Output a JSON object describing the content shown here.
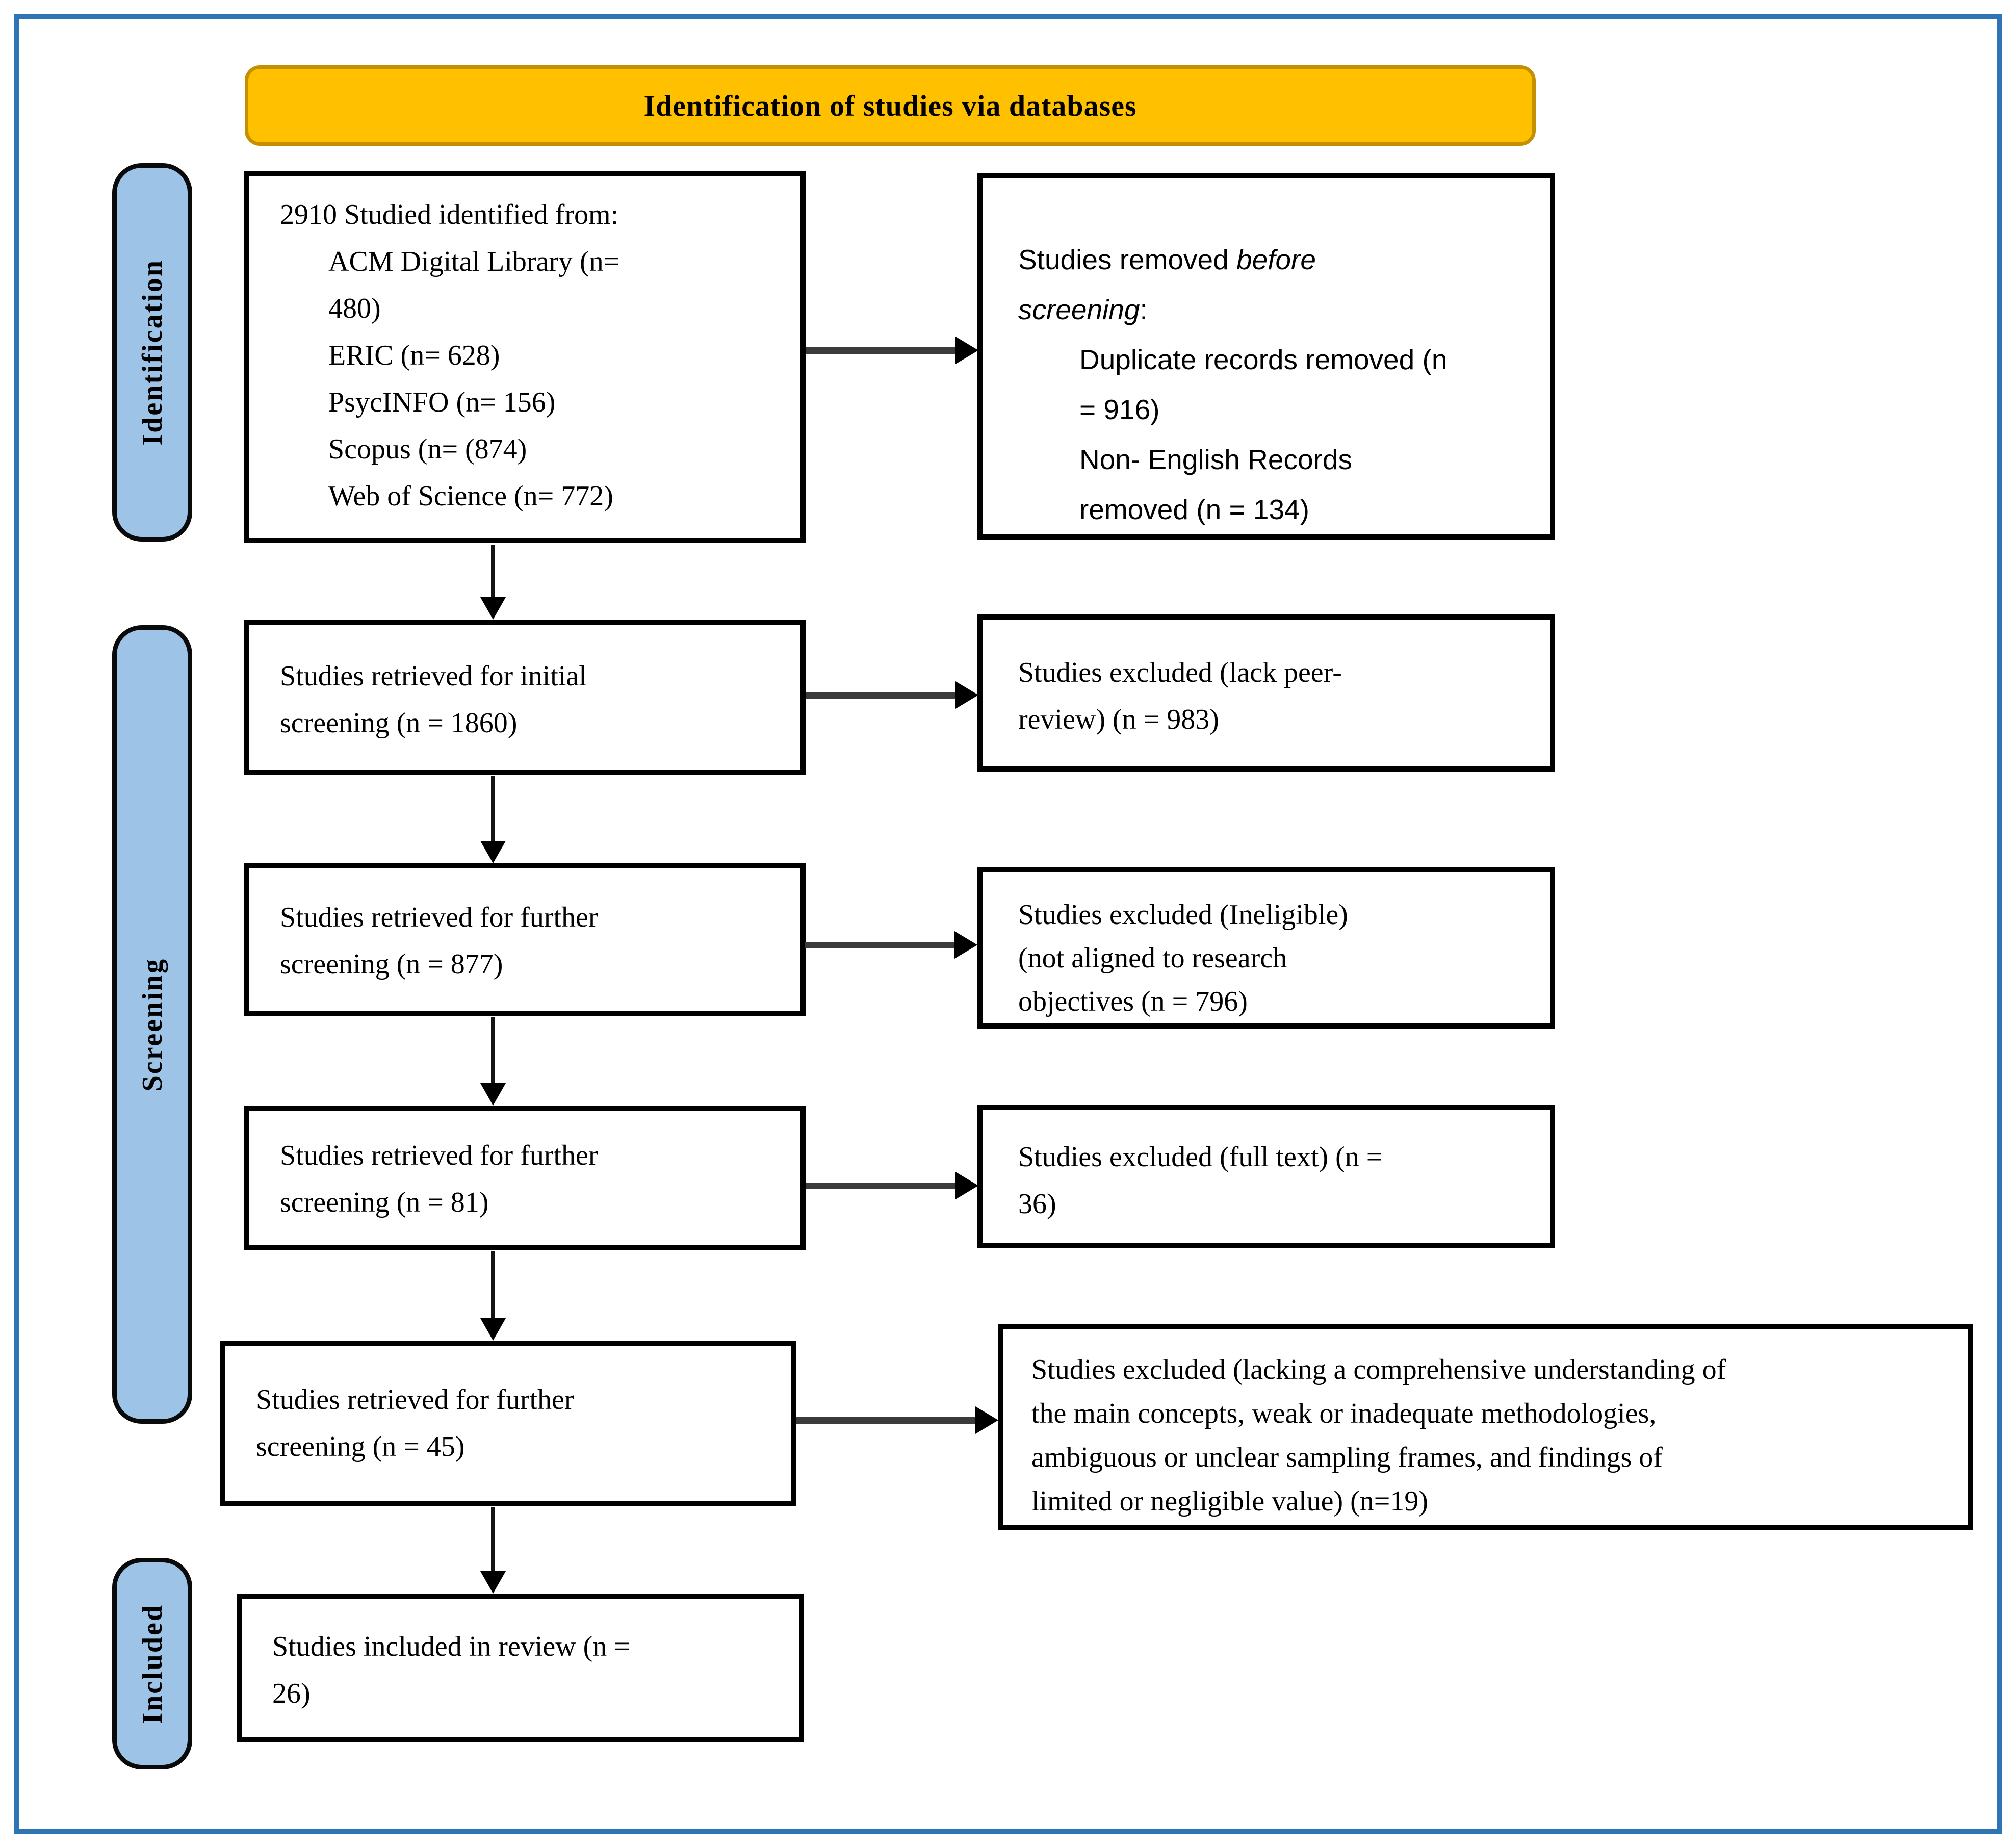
{
  "banner": {
    "label": "Identification of studies via databases"
  },
  "sidebar": {
    "identification": "Identification",
    "screening": "Screening",
    "included": "Included"
  },
  "boxes": {
    "identified": {
      "heading": "2910 Studied identified from:",
      "items": [
        "ACM Digital Library (n=",
        "480)",
        "ERIC (n= 628)",
        "PsycINFO (n= 156)",
        "Scopus (n= (874)",
        "Web of Science (n= 772)"
      ]
    },
    "removed": {
      "l1_normal": "Studies removed ",
      "l1_italic": "before",
      "l2_italic": "screening",
      "l2_normal": ":",
      "items": [
        "Duplicate records removed (n",
        "= 916)",
        "Non- English Records",
        "removed (n = 134)"
      ]
    },
    "initial_screening": {
      "lines": [
        "Studies retrieved for initial",
        "screening (n = 1860)"
      ]
    },
    "excluded_peer": {
      "lines": [
        "Studies excluded (lack peer-",
        "review) (n = 983)"
      ]
    },
    "further_877": {
      "lines": [
        "Studies retrieved for further",
        "screening (n = 877)"
      ]
    },
    "excluded_ineligible": {
      "lines": [
        "Studies excluded (Ineligible)",
        "(not aligned to research",
        "objectives (n = 796)"
      ]
    },
    "further_81": {
      "lines": [
        "Studies retrieved for further",
        "screening (n = 81)"
      ]
    },
    "excluded_fulltext": {
      "lines": [
        "Studies excluded (full text) (n =",
        "36)"
      ]
    },
    "further_45": {
      "lines": [
        "Studies retrieved for further",
        "screening (n = 45)"
      ]
    },
    "excluded_scope": {
      "lines": [
        "Studies excluded (lacking a comprehensive understanding of",
        "the main concepts, weak or inadequate methodologies,",
        "ambiguous or unclear sampling frames, and findings of",
        "limited or negligible value) (n=19)"
      ]
    },
    "included_review": {
      "lines": [
        "Studies included in review (n =",
        "26)"
      ]
    }
  },
  "colors": {
    "banner_bg": "#FFC000",
    "banner_border": "#C49000",
    "sidebar_bg": "#9DC3E6",
    "frame_border": "#2E75B6",
    "box_border": "#000000",
    "arrow_line": "#3B3B3B",
    "arrow_head": "#000000"
  }
}
